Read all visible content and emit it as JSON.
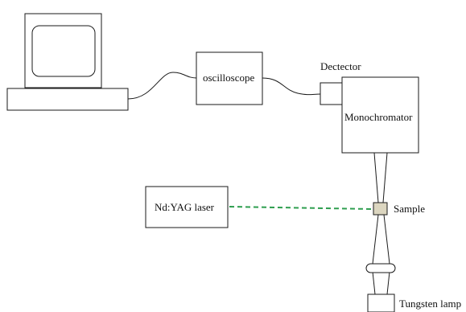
{
  "labels": {
    "oscilloscope": "oscilloscope",
    "detector": "Dectector",
    "monochromator": "Monochromator",
    "laser": "Nd:YAG laser",
    "sample": "Sample",
    "lamp": "Tungsten lamp"
  },
  "colors": {
    "stroke": "#1a1a1a",
    "laser_beam": "#2e9e4f",
    "sample_fill": "#dcd6c0"
  }
}
